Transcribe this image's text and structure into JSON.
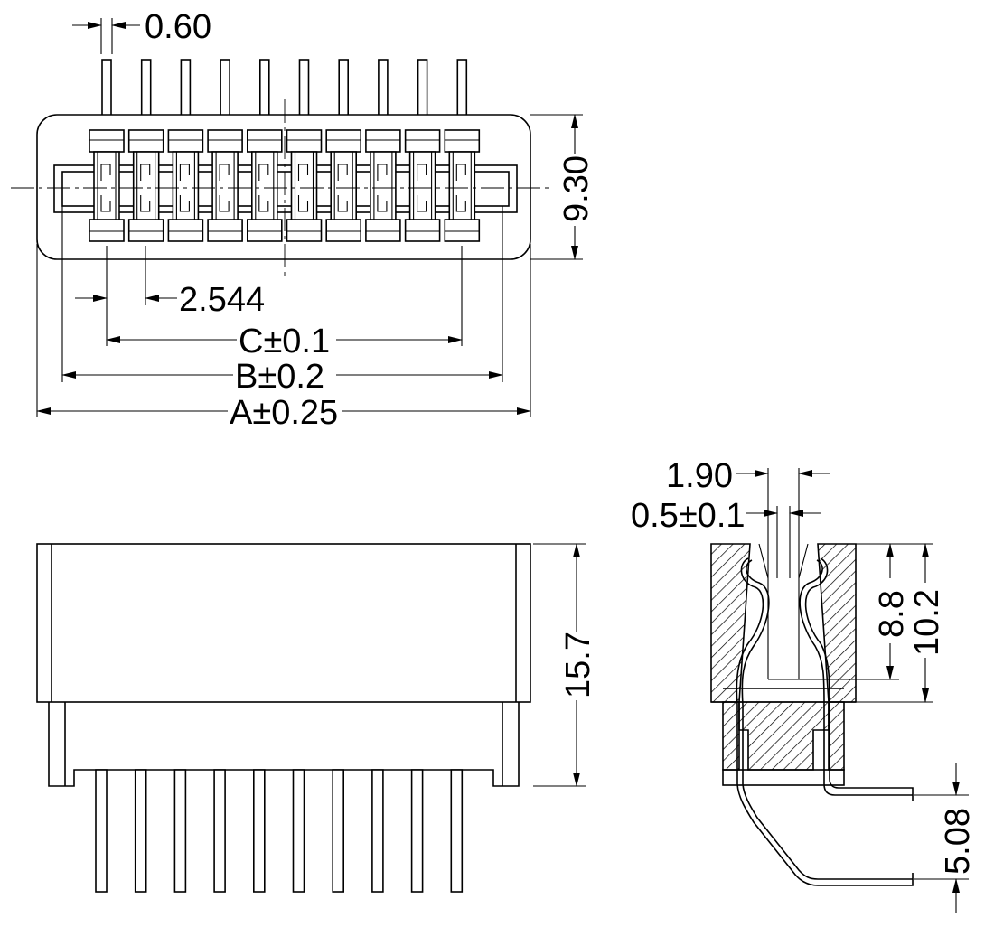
{
  "dimensions": {
    "pin_width": "0.60",
    "pitch": "2.544",
    "c": "C±0.1",
    "b": "B±0.2",
    "a": "A±0.25",
    "body_depth": "9.30",
    "height": "15.7",
    "contact_spacing": "1.90",
    "contact_width": "0.5±0.1",
    "depth_inner": "8.8",
    "depth_outer": "10.2",
    "row_pitch": "5.08"
  }
}
